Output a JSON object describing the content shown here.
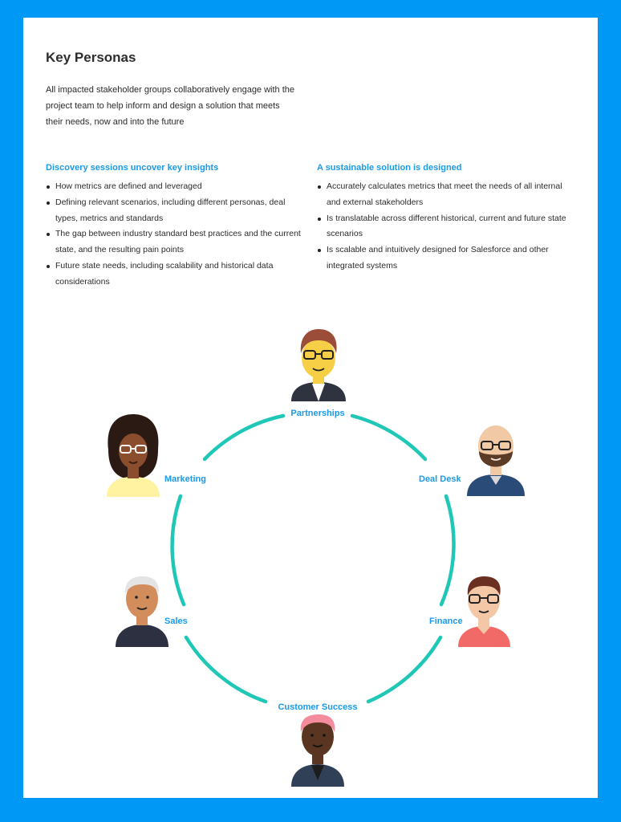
{
  "page": {
    "title": "Key Personas",
    "intro": "All impacted stakeholder groups collaboratively engage with the project team to help inform and design a solution that meets their needs, now and into the future"
  },
  "columns": [
    {
      "heading": "Discovery sessions uncover key insights",
      "items": [
        "How metrics are defined and leveraged",
        "Defining relevant scenarios, including different personas, deal types, metrics and standards",
        "The gap between industry standard best practices and the current state, and the resulting pain points",
        "Future state needs, including scalability and historical data considerations"
      ]
    },
    {
      "heading": "A sustainable solution is designed",
      "items": [
        "Accurately calculates metrics that meet the needs of all internal and external stakeholders",
        "Is translatable across different historical, current and future state scenarios",
        "Is scalable and intuitively designed for Salesforce and other integrated systems"
      ]
    }
  ],
  "personas": {
    "partnerships": "Partnerships",
    "deal_desk": "Deal Desk",
    "finance": "Finance",
    "customer_success": "Customer Success",
    "sales": "Sales",
    "marketing": "Marketing"
  },
  "colors": {
    "frame": "#0098f5",
    "accent_text": "#1a9ae8",
    "ring": "#1fc7b6"
  }
}
